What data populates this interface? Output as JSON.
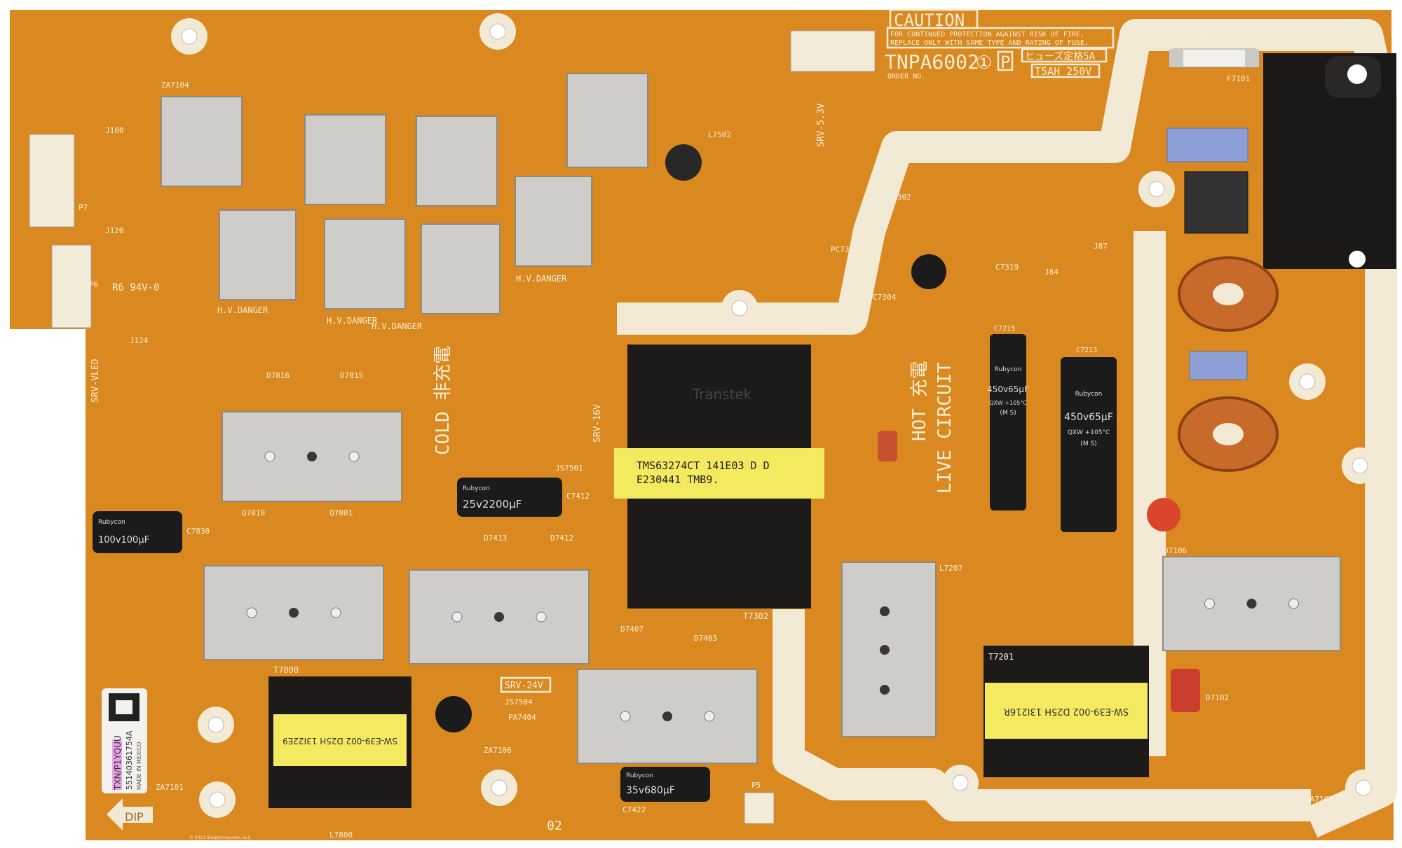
{
  "board": {
    "base_color": "#d9891f",
    "track_color": "#f3ead6",
    "part_number": "TNPA6002",
    "revision_circle": "①",
    "revision_box": "P",
    "order_no": "ORDER NO.",
    "rating": "R6 94V-0",
    "board_code": "02"
  },
  "caution": {
    "title": "CAUTION",
    "line1": "FOR CONTINUED PROTECTION AGAINST RISK OF FIRE,",
    "line2": "REPLACE ONLY WITH SAME TYPE AND RATING OF FUSE.",
    "fuse_jp": "ヒューズ定格5A",
    "fuse_rating": "T5AH 250V"
  },
  "zones": {
    "hot": "HOT 充電",
    "live": "LIVE CIRCUIT",
    "cold": "COLD 非充電",
    "hv_danger": "H.V.DANGER"
  },
  "rails": [
    "SRV-24V",
    "SRV-16V",
    "SRV-5.3V",
    "SRV-VLED"
  ],
  "main_transformer": {
    "ref": "T7302",
    "brand": "Transtek",
    "label_line1": "TMS63274CT  141E03 D D",
    "label_line2": "E230441   TMB9."
  },
  "standby_transformers": [
    {
      "ref": "T7800",
      "label": "SW-E39-002 D25H 13I22E9"
    },
    {
      "ref": "T7201",
      "label": "SW-E39-002 D25H 13I216R"
    }
  ],
  "capacitors": [
    {
      "ref": "C7215",
      "brand": "Rubycon",
      "value": "450v65µF",
      "spec": "QXW +105°C",
      "code": "(M S)"
    },
    {
      "ref": "C7213",
      "brand": "Rubycon",
      "value": "450v65µF",
      "spec": "QXW +105°C",
      "code": "(M S)"
    },
    {
      "ref": "C7412",
      "brand": "Rubycon",
      "value": "25v2200µF"
    },
    {
      "ref": "C7422",
      "brand": "Rubycon",
      "value": "35v680µF"
    },
    {
      "ref": "C7830",
      "brand": "Rubycon",
      "value": "100v100µF"
    }
  ],
  "fuse": {
    "ref": "F7101"
  },
  "sticker": {
    "model": "TXN/P1YQUU",
    "serial": "55140361754A",
    "origin": "MADE IN MEXICO"
  },
  "dip_label": "DIP",
  "refs": [
    "ZA7104",
    "ZA7103",
    "ZA7101",
    "ZA7106",
    "ZA7102",
    "D7816",
    "D7815",
    "Q7810",
    "Q7801",
    "D7413",
    "D7412",
    "D7407",
    "D7403",
    "L7502",
    "L7800",
    "L7207",
    "D7106",
    "D7102",
    "PC7302",
    "PC7301",
    "C7319",
    "C7304",
    "R7425",
    "JS7501",
    "JS7504",
    "PA7404",
    "P5",
    "P6",
    "P7",
    "J100",
    "J120",
    "J124",
    "J70",
    "J87",
    "J84"
  ],
  "copyright": "© 2023 ShopJimmy.com, LLC"
}
